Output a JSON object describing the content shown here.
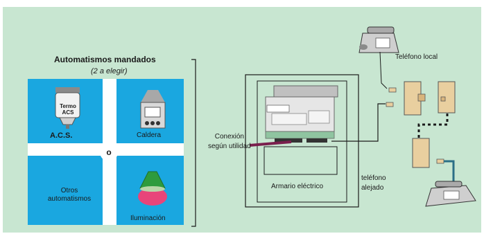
{
  "panel_title": "Automatismos mandados",
  "panel_subtitle": "(2 a elegir)",
  "center_symbol": "o",
  "cells": {
    "acs": {
      "icon_text_1": "Termo",
      "icon_text_2": "ACS",
      "label": "A.C.S."
    },
    "caldera": {
      "label": "Caldera"
    },
    "otros": {
      "label_line1": "Otros",
      "label_line2": "automatismos"
    },
    "iluminacion": {
      "label": "Iluminación"
    }
  },
  "labels": {
    "conexion_line1": "Conexión",
    "conexion_line2": "según utilidad",
    "armario": "Armario eléctrico",
    "telefono_local": "Teléfono local",
    "telefono_alejado_line1": "teléfono",
    "telefono_alejado_line2": "alejado"
  },
  "colors": {
    "background": "#c8e6d1",
    "grid_blue": "#1aa7e0",
    "lamp_green": "#2e9b3d",
    "lamp_pink": "#e8457a",
    "cable_purple": "#7a1f4d",
    "cable_teal": "#2b6f86"
  }
}
